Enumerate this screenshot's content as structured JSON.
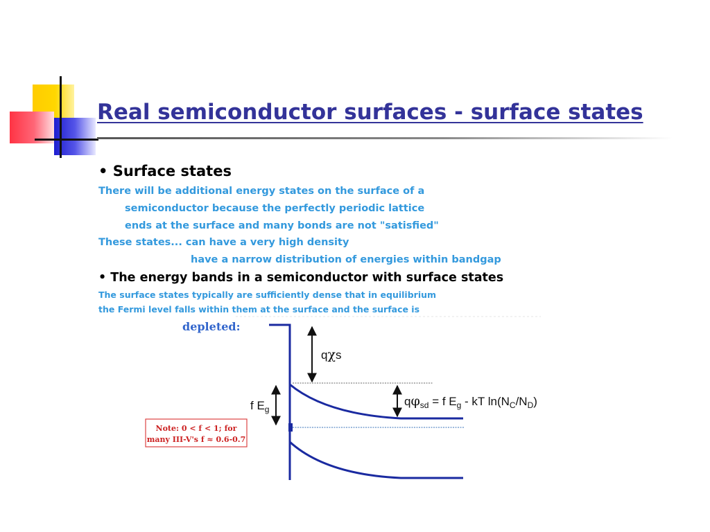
{
  "slide": {
    "title": "Real semiconductor surfaces - surface states",
    "bullet1": "• Surface states",
    "para1": [
      "There will be additional energy states on the surface of a",
      "semiconductor because the perfectly periodic lattice",
      "ends at the surface and many bonds are not \"satisfied\""
    ],
    "para2": [
      "These states... can have a very high density",
      "have a narrow distribution of energies within bandgap"
    ],
    "bullet2": "• The energy bands in a semiconductor with surface states",
    "para3": [
      "The surface states typically are sufficiently dense that in equilibrium",
      "the Fermi level falls within them at the surface and the surface is"
    ]
  },
  "figure": {
    "depleted_label": "depleted:",
    "chi_label": {
      "q": "q",
      "chi": "χ",
      "s": "s"
    },
    "feg_label": {
      "f": "f E",
      "g": "g"
    },
    "phi_label": {
      "q": "q",
      "phi": "φ",
      "sd": "sd",
      "eq": " = f E",
      "g": "g",
      "minus": " - kT ln(N",
      "c": "C",
      "slash": "/N",
      "d": "D",
      "close": ")"
    },
    "note_line1": "Note:  0 < f <  1; for",
    "note_line2": "many III-V's f ≈ 0.6-0.7",
    "colors": {
      "band": "#1a2aa0",
      "text_blue": "#3399dd",
      "title": "#333399",
      "note_red": "#cc2222"
    }
  }
}
